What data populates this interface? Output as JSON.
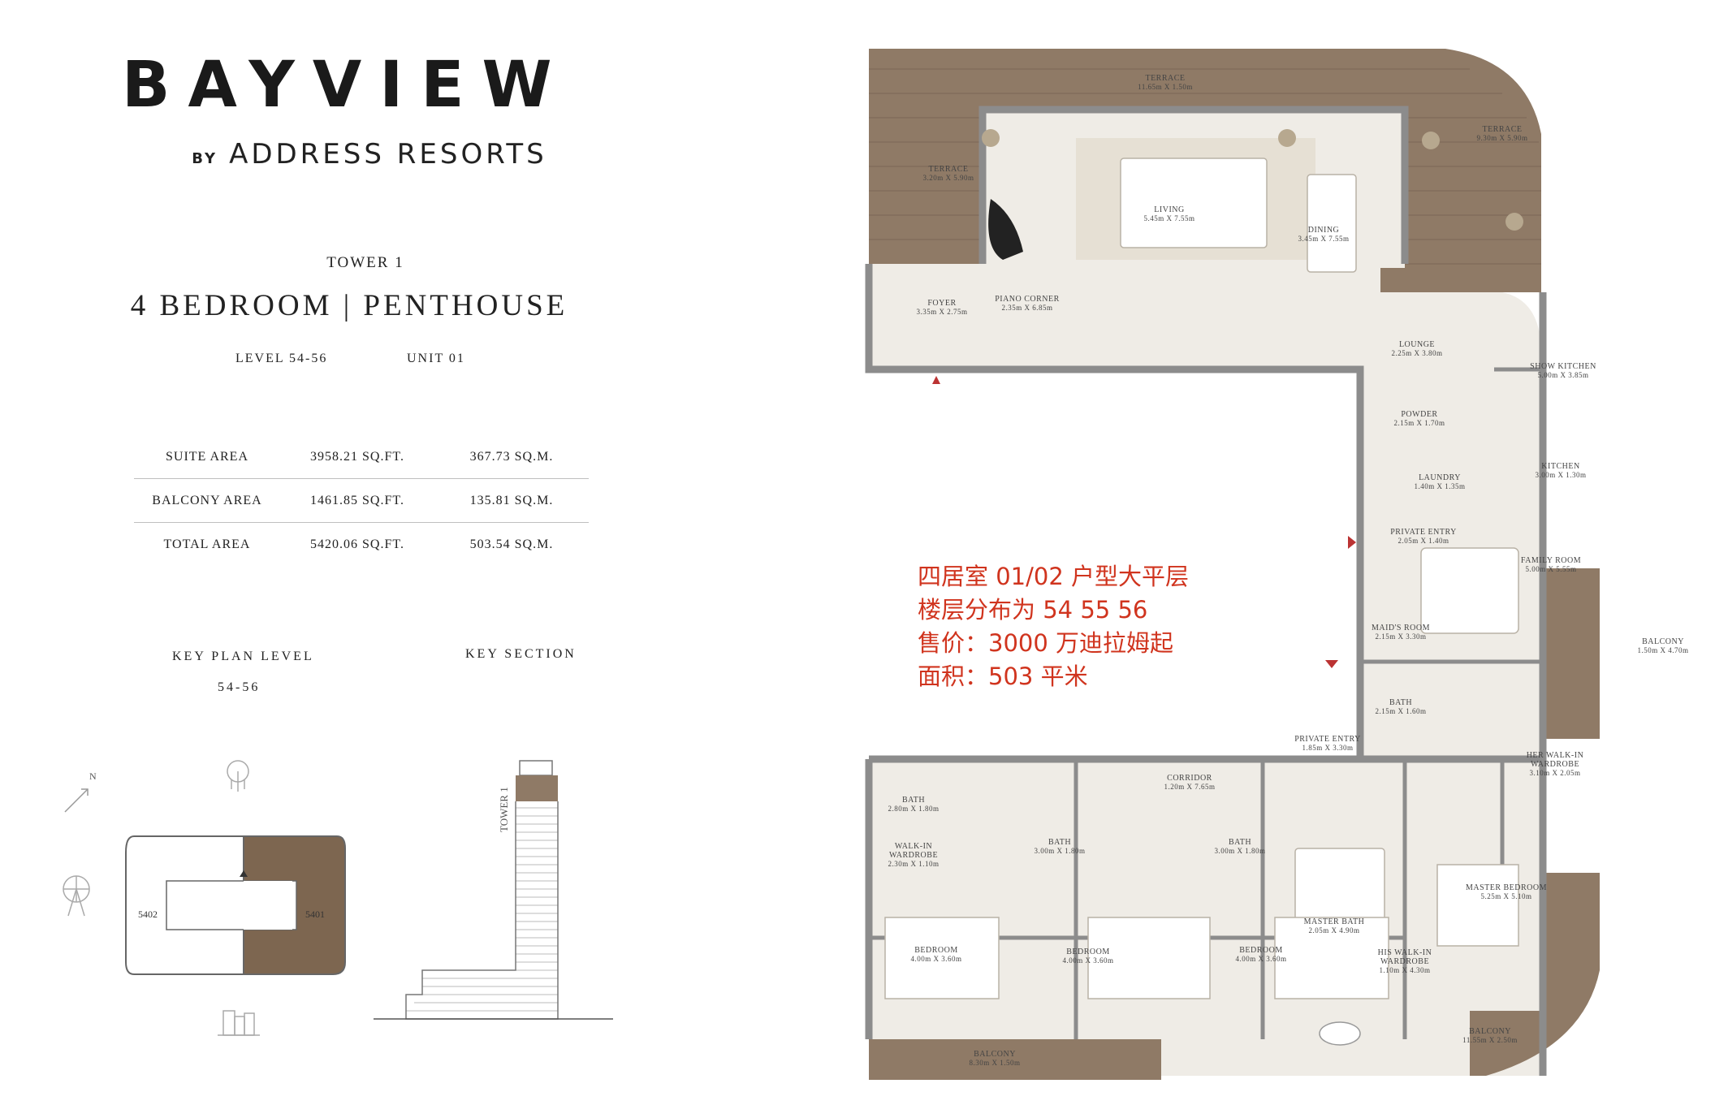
{
  "brand": {
    "name": "BAYVIEW",
    "by": "BY",
    "sub": "ADDRESS RESORTS"
  },
  "unit": {
    "tower": "TOWER 1",
    "type": "4 BEDROOM | PENTHOUSE",
    "level": "LEVEL 54-56",
    "unit": "UNIT 01"
  },
  "areas": [
    {
      "label": "SUITE AREA",
      "sqft": "3958.21 SQ.FT.",
      "sqm": "367.73 SQ.M."
    },
    {
      "label": "BALCONY AREA",
      "sqft": "1461.85 SQ.FT.",
      "sqm": "135.81 SQ.M."
    },
    {
      "label": "TOTAL AREA",
      "sqft": "5420.06 SQ.FT.",
      "sqm": "503.54 SQ.M."
    }
  ],
  "key_plan": {
    "label": "KEY PLAN LEVEL",
    "level": "54-56",
    "section_label": "KEY SECTION",
    "north": "N",
    "unit_left": "5402",
    "unit_right": "5401",
    "tower_label": "TOWER 1"
  },
  "annotation": [
    "四居室 01/02 户型大平层",
    "楼层分布为 54 55 56",
    "售价：3000 万迪拉姆起",
    "面积：503 平米"
  ],
  "rooms": {
    "terrace_top": {
      "name": "TERRACE",
      "dim": "11.65m X 1.50m"
    },
    "terrace_left": {
      "name": "TERRACE",
      "dim": "3.20m X 5.90m"
    },
    "terrace_right": {
      "name": "TERRACE",
      "dim": "9.30m X 5.90m"
    },
    "living": {
      "name": "LIVING",
      "dim": "5.45m X 7.55m"
    },
    "dining": {
      "name": "DINING",
      "dim": "3.45m X 7.55m"
    },
    "foyer": {
      "name": "FOYER",
      "dim": "3.35m X 2.75m"
    },
    "piano": {
      "name": "PIANO CORNER",
      "dim": "2.35m X 6.85m"
    },
    "lounge": {
      "name": "LOUNGE",
      "dim": "2.25m X 3.80m"
    },
    "show_kitchen": {
      "name": "SHOW KITCHEN",
      "dim": "5.00m X 3.85m"
    },
    "powder": {
      "name": "POWDER",
      "dim": "2.15m X 1.70m"
    },
    "laundry": {
      "name": "LAUNDRY",
      "dim": "1.40m X 1.35m"
    },
    "kitchen": {
      "name": "KITCHEN",
      "dim": "3.00m X 1.30m"
    },
    "private_entry_1": {
      "name": "PRIVATE ENTRY",
      "dim": "2.05m X 1.40m"
    },
    "family": {
      "name": "FAMILY ROOM",
      "dim": "5.00m X 5.55m"
    },
    "balcony_right": {
      "name": "BALCONY",
      "dim": "1.50m X 4.70m"
    },
    "maids": {
      "name": "MAID'S ROOM",
      "dim": "2.15m X 3.30m"
    },
    "bath_maid": {
      "name": "BATH",
      "dim": "2.15m X 1.60m"
    },
    "private_entry_2": {
      "name": "PRIVATE ENTRY",
      "dim": "1.85m X 3.30m"
    },
    "her_wardrobe": {
      "name": "HER WALK-IN WARDROBE",
      "dim": "3.10m X 2.05m"
    },
    "corridor": {
      "name": "CORRIDOR",
      "dim": "1.20m X 7.65m"
    },
    "bath_1": {
      "name": "BATH",
      "dim": "2.80m X 1.80m"
    },
    "walkin": {
      "name": "WALK-IN WARDROBE",
      "dim": "2.30m X 1.10m"
    },
    "bath_2": {
      "name": "BATH",
      "dim": "3.00m X 1.80m"
    },
    "bath_3": {
      "name": "BATH",
      "dim": "3.00m X 1.80m"
    },
    "master_bed": {
      "name": "MASTER BEDROOM",
      "dim": "5.25m X 5.10m"
    },
    "master_bath": {
      "name": "MASTER BATH",
      "dim": "2.05m X 4.90m"
    },
    "his_wardrobe": {
      "name": "HIS WALK-IN WARDROBE",
      "dim": "1.10m X 4.30m"
    },
    "bedroom_1": {
      "name": "BEDROOM",
      "dim": "4.00m X 3.60m"
    },
    "bedroom_2": {
      "name": "BEDROOM",
      "dim": "4.00m X 3.60m"
    },
    "bedroom_3": {
      "name": "BEDROOM",
      "dim": "4.00m X 3.60m"
    },
    "balcony_bottom_left": {
      "name": "BALCONY",
      "dim": "8.30m X 1.50m"
    },
    "balcony_bottom_right": {
      "name": "BALCONY",
      "dim": "11.55m X 2.50m"
    }
  },
  "colors": {
    "accent_red": "#d0341e",
    "wall": "#8c8c8c",
    "floor": "#efece6",
    "wood": "#8f7a66",
    "keyplan_brown": "#7d6650"
  }
}
